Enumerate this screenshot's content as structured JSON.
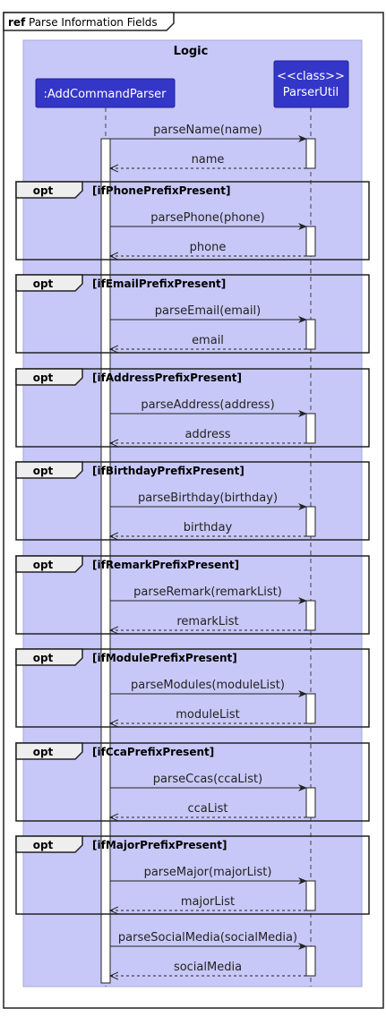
{
  "ref_frame": {
    "keyword": "ref",
    "title": "Parse Information Fields"
  },
  "box": {
    "title": "Logic"
  },
  "participants": [
    {
      "label_lines": [
        ":AddCommandParser"
      ]
    },
    {
      "label_lines": [
        "<<class>>",
        "ParserUtil"
      ]
    }
  ],
  "colors": {
    "box_fill": "#c8c8f8",
    "participant_fill": "#3436c8",
    "activation_fill": "#ffffff",
    "opt_tab_fill": "#eeeeee",
    "line": "#222222"
  },
  "calls": [
    {
      "opt": null,
      "guard": null,
      "call": "parseName(name)",
      "ret": "name"
    },
    {
      "opt": "opt",
      "guard": "[ifPhonePrefixPresent]",
      "call": "parsePhone(phone)",
      "ret": "phone"
    },
    {
      "opt": "opt",
      "guard": "[ifEmailPrefixPresent]",
      "call": "parseEmail(email)",
      "ret": "email"
    },
    {
      "opt": "opt",
      "guard": "[ifAddressPrefixPresent]",
      "call": "parseAddress(address)",
      "ret": "address"
    },
    {
      "opt": "opt",
      "guard": "[ifBirthdayPrefixPresent]",
      "call": "parseBirthday(birthday)",
      "ret": "birthday"
    },
    {
      "opt": "opt",
      "guard": "[ifRemarkPrefixPresent]",
      "call": "parseRemark(remarkList)",
      "ret": "remarkList"
    },
    {
      "opt": "opt",
      "guard": "[ifModulePrefixPresent]",
      "call": "parseModules(moduleList)",
      "ret": "moduleList"
    },
    {
      "opt": "opt",
      "guard": "[ifCcaPrefixPresent]",
      "call": "parseCcas(ccaList)",
      "ret": "ccaList"
    },
    {
      "opt": "opt",
      "guard": "[ifMajorPrefixPresent]",
      "call": "parseMajor(majorList)",
      "ret": "majorList"
    },
    {
      "opt": null,
      "guard": null,
      "call": "parseSocialMedia(socialMedia)",
      "ret": "socialMedia"
    }
  ]
}
